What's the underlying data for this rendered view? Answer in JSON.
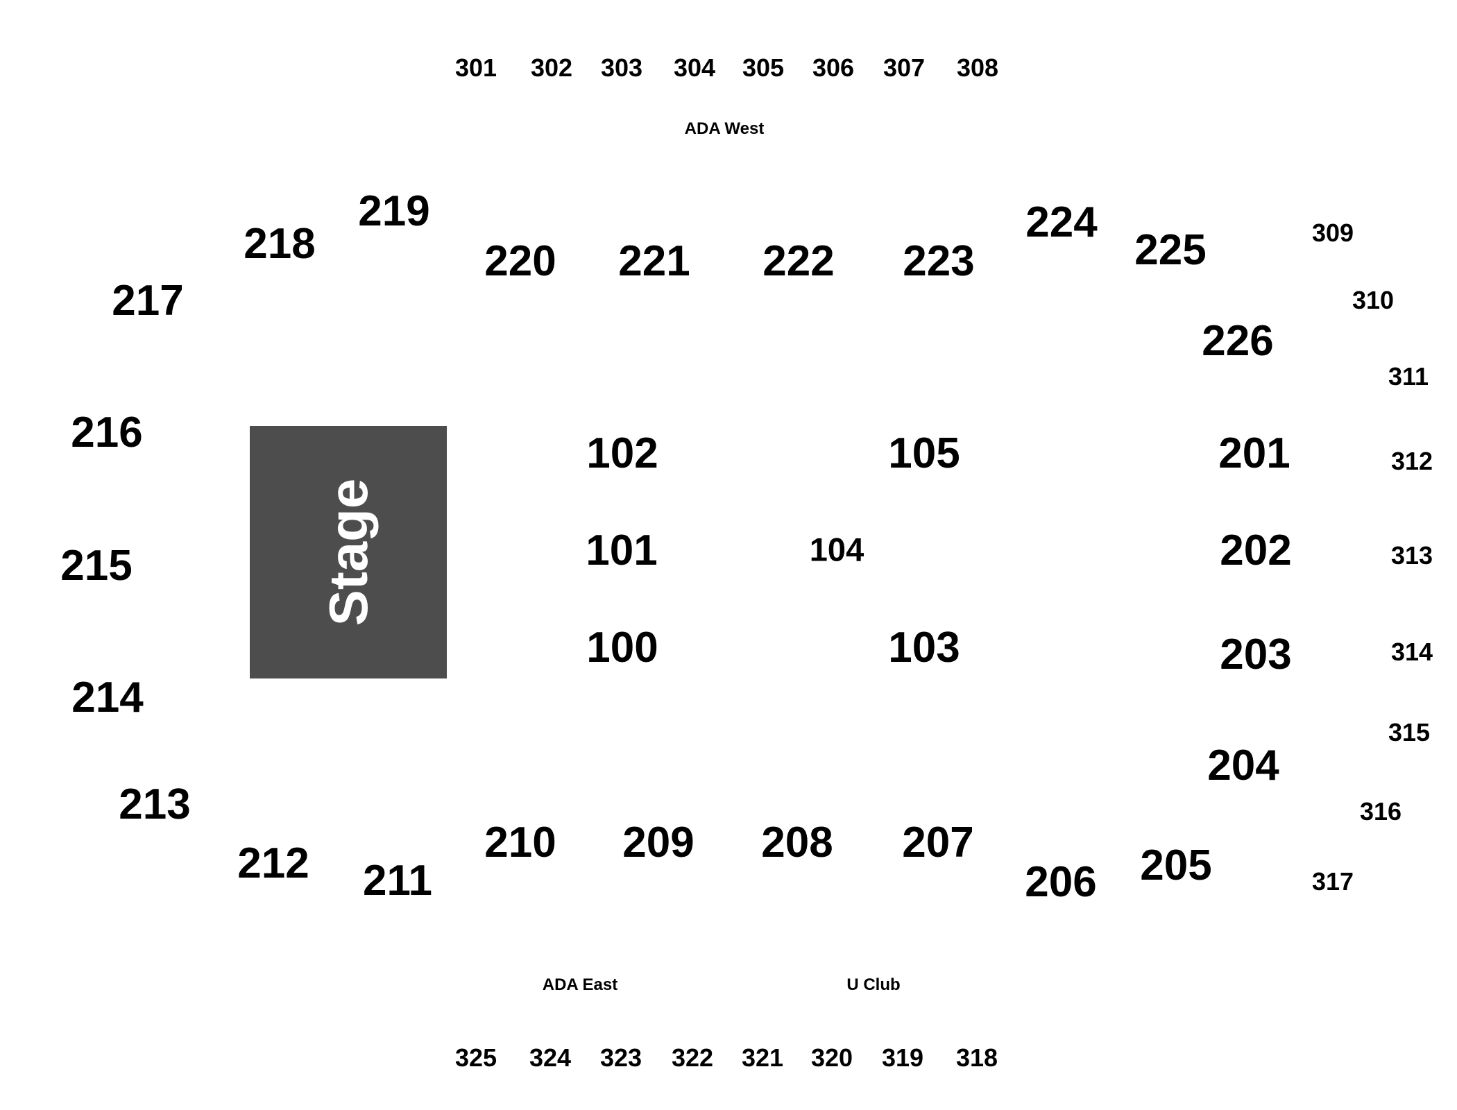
{
  "colors": {
    "stage_fill": "#4d4d4d",
    "stage_text": "#ffffff",
    "section_text": "#000000",
    "background": "#ffffff"
  },
  "stage": {
    "label": "Stage"
  },
  "areas": {
    "ada_west": "ADA West",
    "ada_east": "ADA East",
    "u_club": "U Club"
  },
  "floor": [
    "100",
    "101",
    "102",
    "103",
    "104",
    "105"
  ],
  "lower": [
    "201",
    "202",
    "203",
    "204",
    "205",
    "206",
    "207",
    "208",
    "209",
    "210",
    "211",
    "212",
    "213",
    "214",
    "215",
    "216",
    "217",
    "218",
    "219",
    "220",
    "221",
    "222",
    "223",
    "224",
    "225",
    "226"
  ],
  "upper": [
    "301",
    "302",
    "303",
    "304",
    "305",
    "306",
    "307",
    "308",
    "309",
    "310",
    "311",
    "312",
    "313",
    "314",
    "315",
    "316",
    "317",
    "318",
    "319",
    "320",
    "321",
    "322",
    "323",
    "324",
    "325"
  ]
}
